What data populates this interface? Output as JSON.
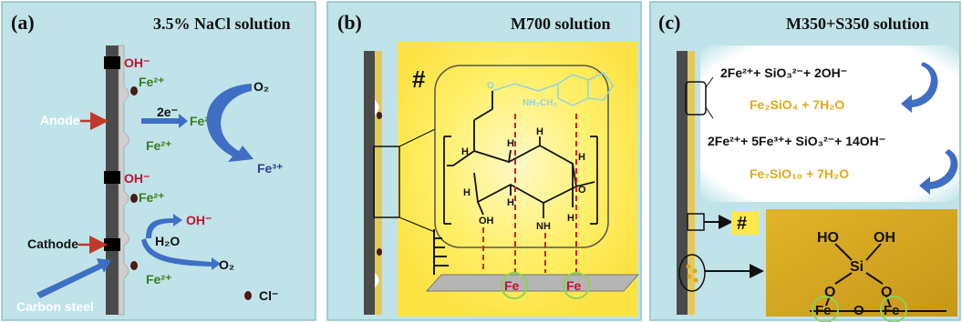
{
  "panel_a": {
    "label": "(a)",
    "title": "3.5% NaCl solution",
    "anode": "Anode",
    "cathode": "Cathode",
    "carbon_steel": "Carbon steel",
    "electrons": "2e⁻",
    "oh1": "OH⁻",
    "fe1": "Fe²⁺",
    "fe2": "Fe²⁺",
    "fe_arrow": "Fe²⁺",
    "o2_top": "O₂",
    "fe3": "Fe³⁺",
    "oh2": "OH⁻",
    "fe_mid": "Fe²⁺",
    "oh3": "OH⁻",
    "h2o": "H₂O",
    "o2_bottom": "O₂",
    "fe_bottom": "Fe²⁺",
    "cl_legend": "Cl⁻"
  },
  "panel_b": {
    "label": "(b)",
    "title": "M700 solution",
    "hash": "#",
    "nh2_faded": "NH₂",
    "ch2_faded": "CH₂",
    "h_labels": [
      "H",
      "H",
      "H",
      "H",
      "H",
      "H",
      "H"
    ],
    "oh_label": "OH",
    "nh_label": "NH",
    "o_label": "O",
    "fe_left": "Fe",
    "fe_right": "Fe"
  },
  "panel_c": {
    "label": "(c)",
    "title": "M350+S350 solution",
    "eq1_left": "2Fe²⁺+ SiO₃²⁻+ 2OH⁻",
    "eq1_right": "Fe₂SiO₄ + 7H₂O",
    "eq2_left": "2Fe²⁺+ 5Fe³⁺+ SiO₃²⁻+ 14OH⁻",
    "eq2_right": "Fe₇SiO₁₀ + 7H₂O",
    "hash": "#",
    "ho": "HO",
    "oh": "OH",
    "si": "Si",
    "o_left": "O",
    "o_right": "O",
    "fe_left": "Fe",
    "o_mid": "O",
    "fe_right": "Fe"
  },
  "colors": {
    "panel_bg": "#bfe3e8",
    "steel": "#4a4a4a",
    "coating": "#e2c95a",
    "oh_red": "#c8102e",
    "fe_green": "#3a7d1e",
    "fe3_blue": "#2b3f8f",
    "arrow_blue": "#3f6fc4",
    "anode_red": "#c0392b",
    "yellow_glow": "#ffe94a",
    "fe_circle": "#8fcf5a",
    "gold_box": "#d4a017"
  }
}
